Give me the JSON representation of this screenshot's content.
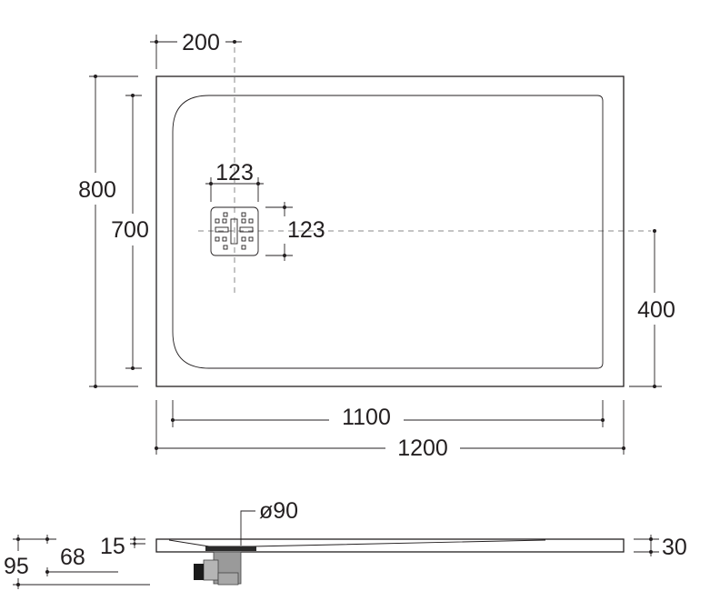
{
  "plan_view": {
    "overall_width": "1200",
    "inner_width": "1100",
    "overall_depth": "800",
    "inner_depth": "700",
    "drain_offset_x": "200",
    "drain_offset_y": "400",
    "drain_width": "123",
    "drain_height": "123"
  },
  "side_view": {
    "drain_diameter": "ø90",
    "tray_height": "30",
    "edge_height": "15",
    "outlet_height": "68",
    "total_height": "95"
  }
}
